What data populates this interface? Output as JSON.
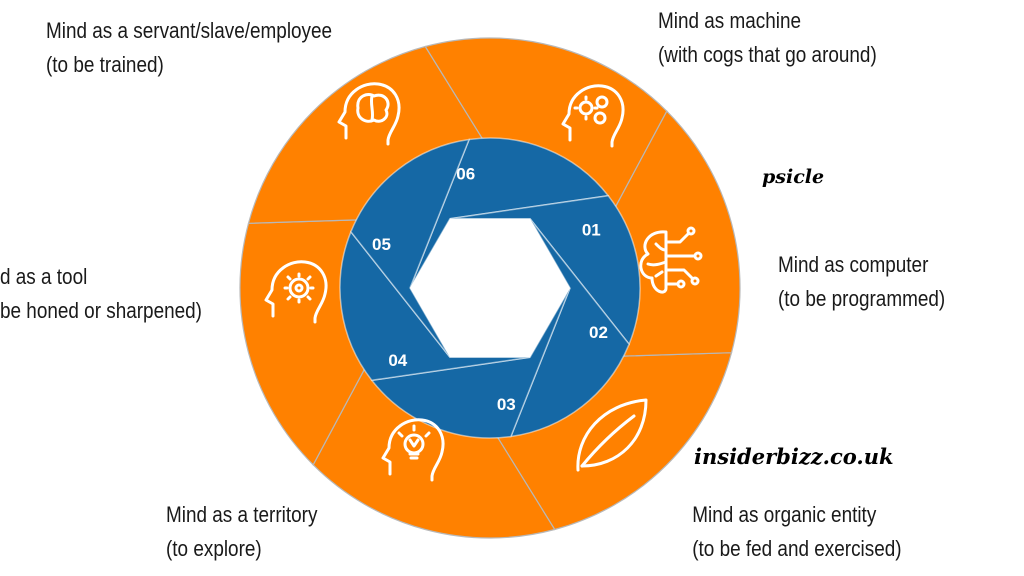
{
  "diagram": {
    "segments": [
      {
        "number": "01",
        "icon": "head-cogs-icon",
        "line1": "Mind as machine",
        "line2": "(with cogs that go around)"
      },
      {
        "number": "02",
        "icon": "brain-circuit-icon",
        "line1": "Mind as computer",
        "line2": "(to be programmed)"
      },
      {
        "number": "03",
        "icon": "leaf-icon",
        "line1": "Mind as organic entity",
        "line2": "(to be fed and exercised)"
      },
      {
        "number": "04",
        "icon": "head-lightbulb-icon",
        "line1": "Mind as a territory",
        "line2": "(to explore)"
      },
      {
        "number": "05",
        "icon": "head-gear-icon",
        "line1": "d as a tool",
        "line2": "be honed or sharpened)"
      },
      {
        "number": "06",
        "icon": "head-brain-icon",
        "line1": "Mind as a servant/slave/employee",
        "line2": "(to be trained)"
      }
    ]
  },
  "watermarks": {
    "psicle": "psicle",
    "site": "insiderbizz.co.uk"
  },
  "colors": {
    "outer": "#FF8100",
    "inner": "#1568A5",
    "text": "#1a1a1a",
    "divider": "#b8b8b8"
  }
}
